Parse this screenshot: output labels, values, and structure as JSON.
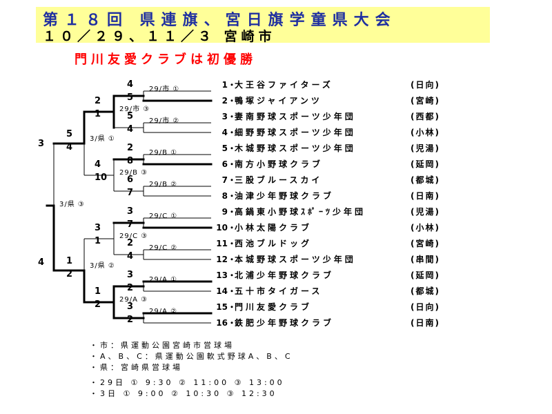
{
  "header": {
    "title": "第１８回 県連旗、宮日旗学童県大会",
    "date_venue": "１０／２９、１１／３ 宮崎市"
  },
  "headline": "門川友愛クラブは初優勝",
  "teams": [
    {
      "num": "1",
      "name": "大王谷ファイターズ",
      "region": "(日向)"
    },
    {
      "num": "2",
      "name": "鴨塚ジャイアンツ",
      "region": "(宮崎)"
    },
    {
      "num": "3",
      "name": "妻南野球スポーツ少年団",
      "region": "(西都)"
    },
    {
      "num": "4",
      "name": "細野野球スポーツ少年団",
      "region": "(小林)"
    },
    {
      "num": "5",
      "name": "木城野球スポーツ少年団",
      "region": "(児湯)"
    },
    {
      "num": "6",
      "name": "南方小野球クラブ",
      "region": "(延岡)"
    },
    {
      "num": "7",
      "name": "三股ブルースカイ",
      "region": "(都城)"
    },
    {
      "num": "8",
      "name": "油津少年野球クラブ",
      "region": "(日南)"
    },
    {
      "num": "9",
      "name": "高鍋東小野球ｽﾎﾟｰﾂ少年団",
      "region": "(児湯)"
    },
    {
      "num": "10",
      "name": "小林太陽クラブ",
      "region": "(小林)"
    },
    {
      "num": "11",
      "name": "西池ブルドッグ",
      "region": "(宮崎)"
    },
    {
      "num": "12",
      "name": "本城野球スポーツ少年団",
      "region": "(串間)"
    },
    {
      "num": "13",
      "name": "北浦少年野球クラブ",
      "region": "(延岡)"
    },
    {
      "num": "14",
      "name": "五十市タイガース",
      "region": "(都城)"
    },
    {
      "num": "15",
      "name": "門川友愛クラブ",
      "region": "(日向)"
    },
    {
      "num": "16",
      "name": "鉄肥少年野球クラブ",
      "region": "(日南)"
    }
  ],
  "separator": "・",
  "games": {
    "r1": [
      "29/市 ①",
      "29/市 ②",
      "29/B ①",
      "29/B ②",
      "29/C ①",
      "29/C ②",
      "29/A ①",
      "29/A ②"
    ],
    "r2": [
      "29/市 ③",
      "29/B ③",
      "29/C ③",
      "29/A ③"
    ],
    "r3": [
      "3/県 ①",
      "3/県 ②"
    ],
    "final": "3/県 ③"
  },
  "scores": {
    "r1": [
      "4",
      "5",
      "5",
      "4",
      "2",
      "8",
      "6",
      "7",
      "3",
      "7",
      "2",
      "4",
      "3",
      "2",
      "3",
      "2"
    ],
    "r2": [
      "2",
      "1",
      "4",
      "10",
      "3",
      "1",
      "1",
      "2"
    ],
    "r3": [
      "5",
      "4",
      "1",
      "2"
    ],
    "final": [
      "3",
      "4"
    ]
  },
  "notes": [
    "・市：県運動公園宮崎市営球場",
    "・A、B、C：県運動公園軟式野球A、B、C",
    "・県：宮崎県営球場"
  ],
  "schedule": [
    "・29日 ① 9:30 ② 11:00 ③ 13:00",
    "・3日 ① 9:00 ② 10:30 ③ 12:30"
  ]
}
